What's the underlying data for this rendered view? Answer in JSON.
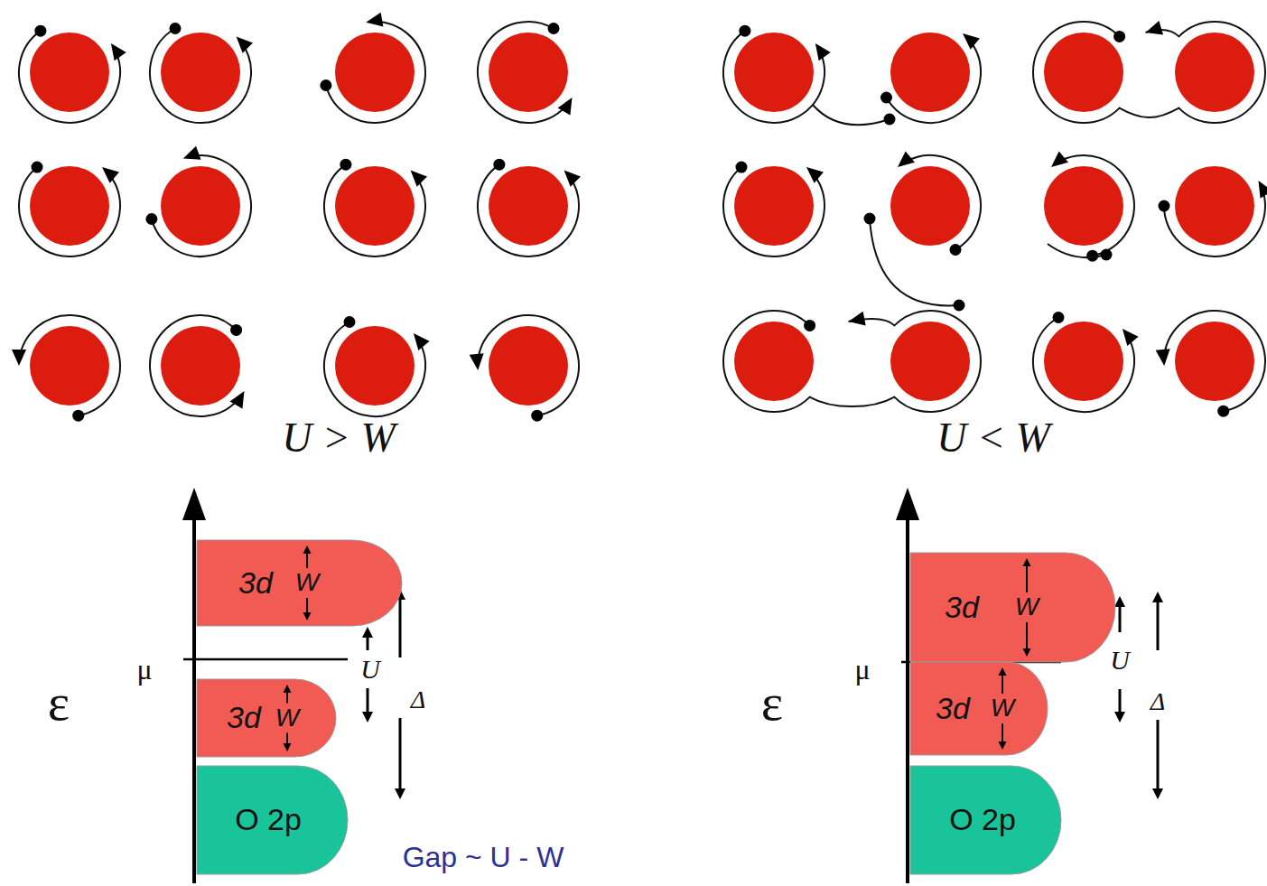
{
  "diagram": {
    "nodes": [
      {
        "text": [
          "3d",
          "W"
        ]
      },
      {
        "text": [
          "3d",
          "W"
        ]
      },
      {
        "text": [
          "O 2p"
        ]
      },
      {
        "text": [
          "3d",
          "W"
        ]
      },
      {
        "text": [
          "3d",
          "W"
        ]
      },
      {
        "text": [
          "O 2p"
        ]
      }
    ],
    "labels": [
      "U > W",
      "U < W",
      "ε",
      "μ",
      "U",
      "Δ",
      "Gap ~ U - W",
      "ε",
      "μ",
      "U",
      "Δ"
    ]
  }
}
